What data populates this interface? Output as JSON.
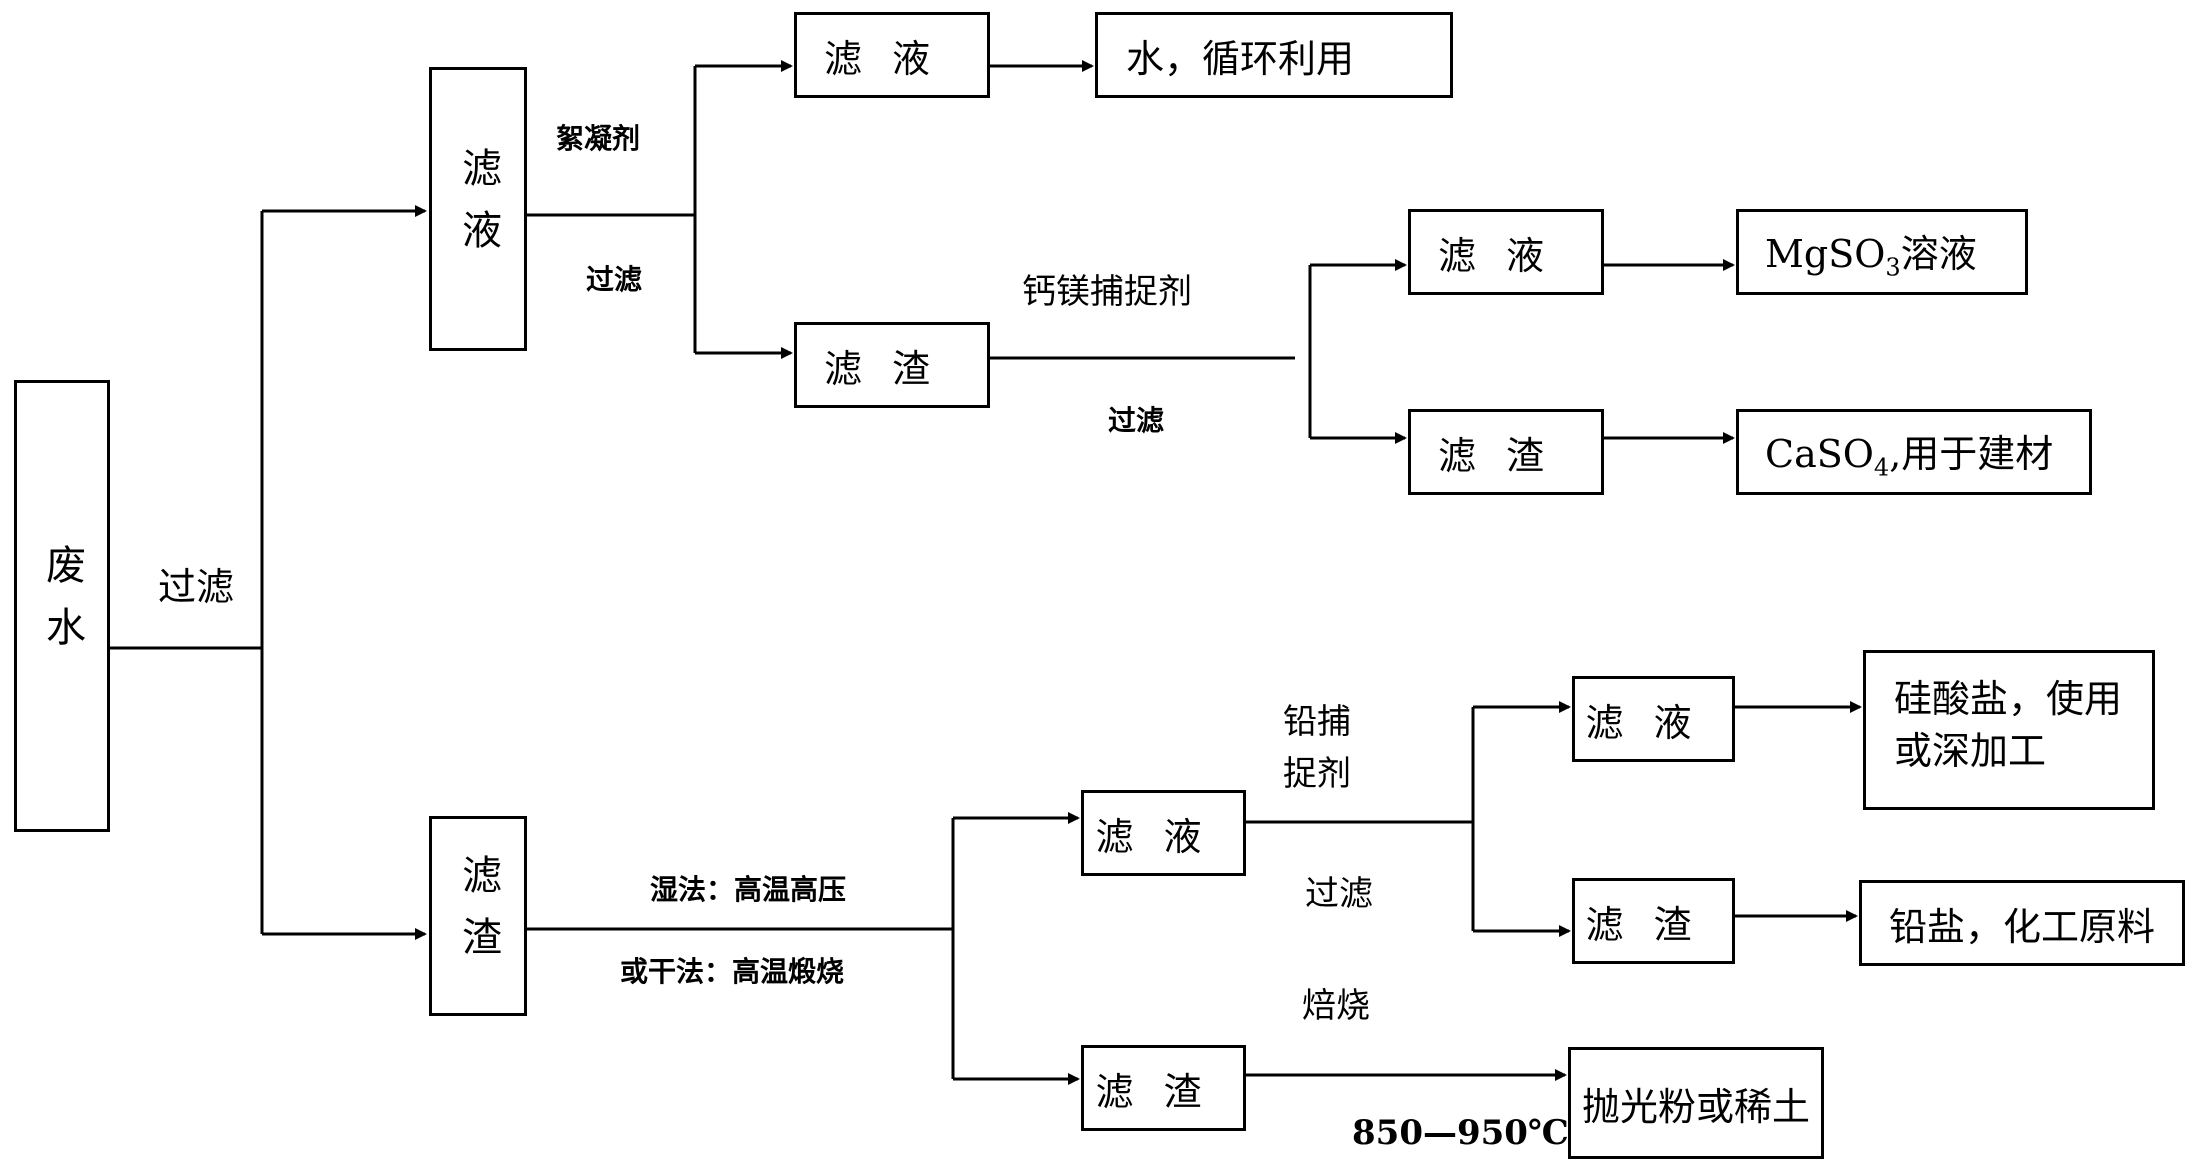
{
  "nodes": {
    "waste_water": "废水",
    "top_filtrate": "滤液",
    "top_residue": "滤渣",
    "bottom_filtrate": "滤液",
    "bottom_residue": "滤渣",
    "pb_filtrate": "滤液",
    "pb_residue": "滤渣",
    "mg_filtrate": "滤液",
    "mg_residue": "滤渣",
    "wide_residue": "滤渣",
    "water_recycle": "水，循环利用",
    "mgso3_pre": "MgSO",
    "mgso3_sub": "3",
    "mgso3_post": "溶液",
    "caso4_pre": "CaSO",
    "caso4_sub": "4",
    "caso4_post": ",用于建材",
    "silicate_line1": "硅酸盐，使用",
    "silicate_line2": "或深加工",
    "lead_salt": "铅盐，化工原料",
    "polish_powder": "抛光粉或稀土",
    "top_right_filtrate": "滤液"
  },
  "labels": {
    "filter_main": "过滤",
    "flocculant": "絮凝剂",
    "filter_top": "过滤",
    "ca_mg_capture": "钙镁捕捉剂",
    "filter_camg": "过滤",
    "wet_method": "湿法：高温高压",
    "dry_method": "或干法：高温煅烧",
    "pb_capture_line1": "铅捕",
    "pb_capture_line2": "捉剂",
    "filter_pb": "过滤",
    "roasting": "焙烧",
    "temperature": "850—950℃"
  }
}
